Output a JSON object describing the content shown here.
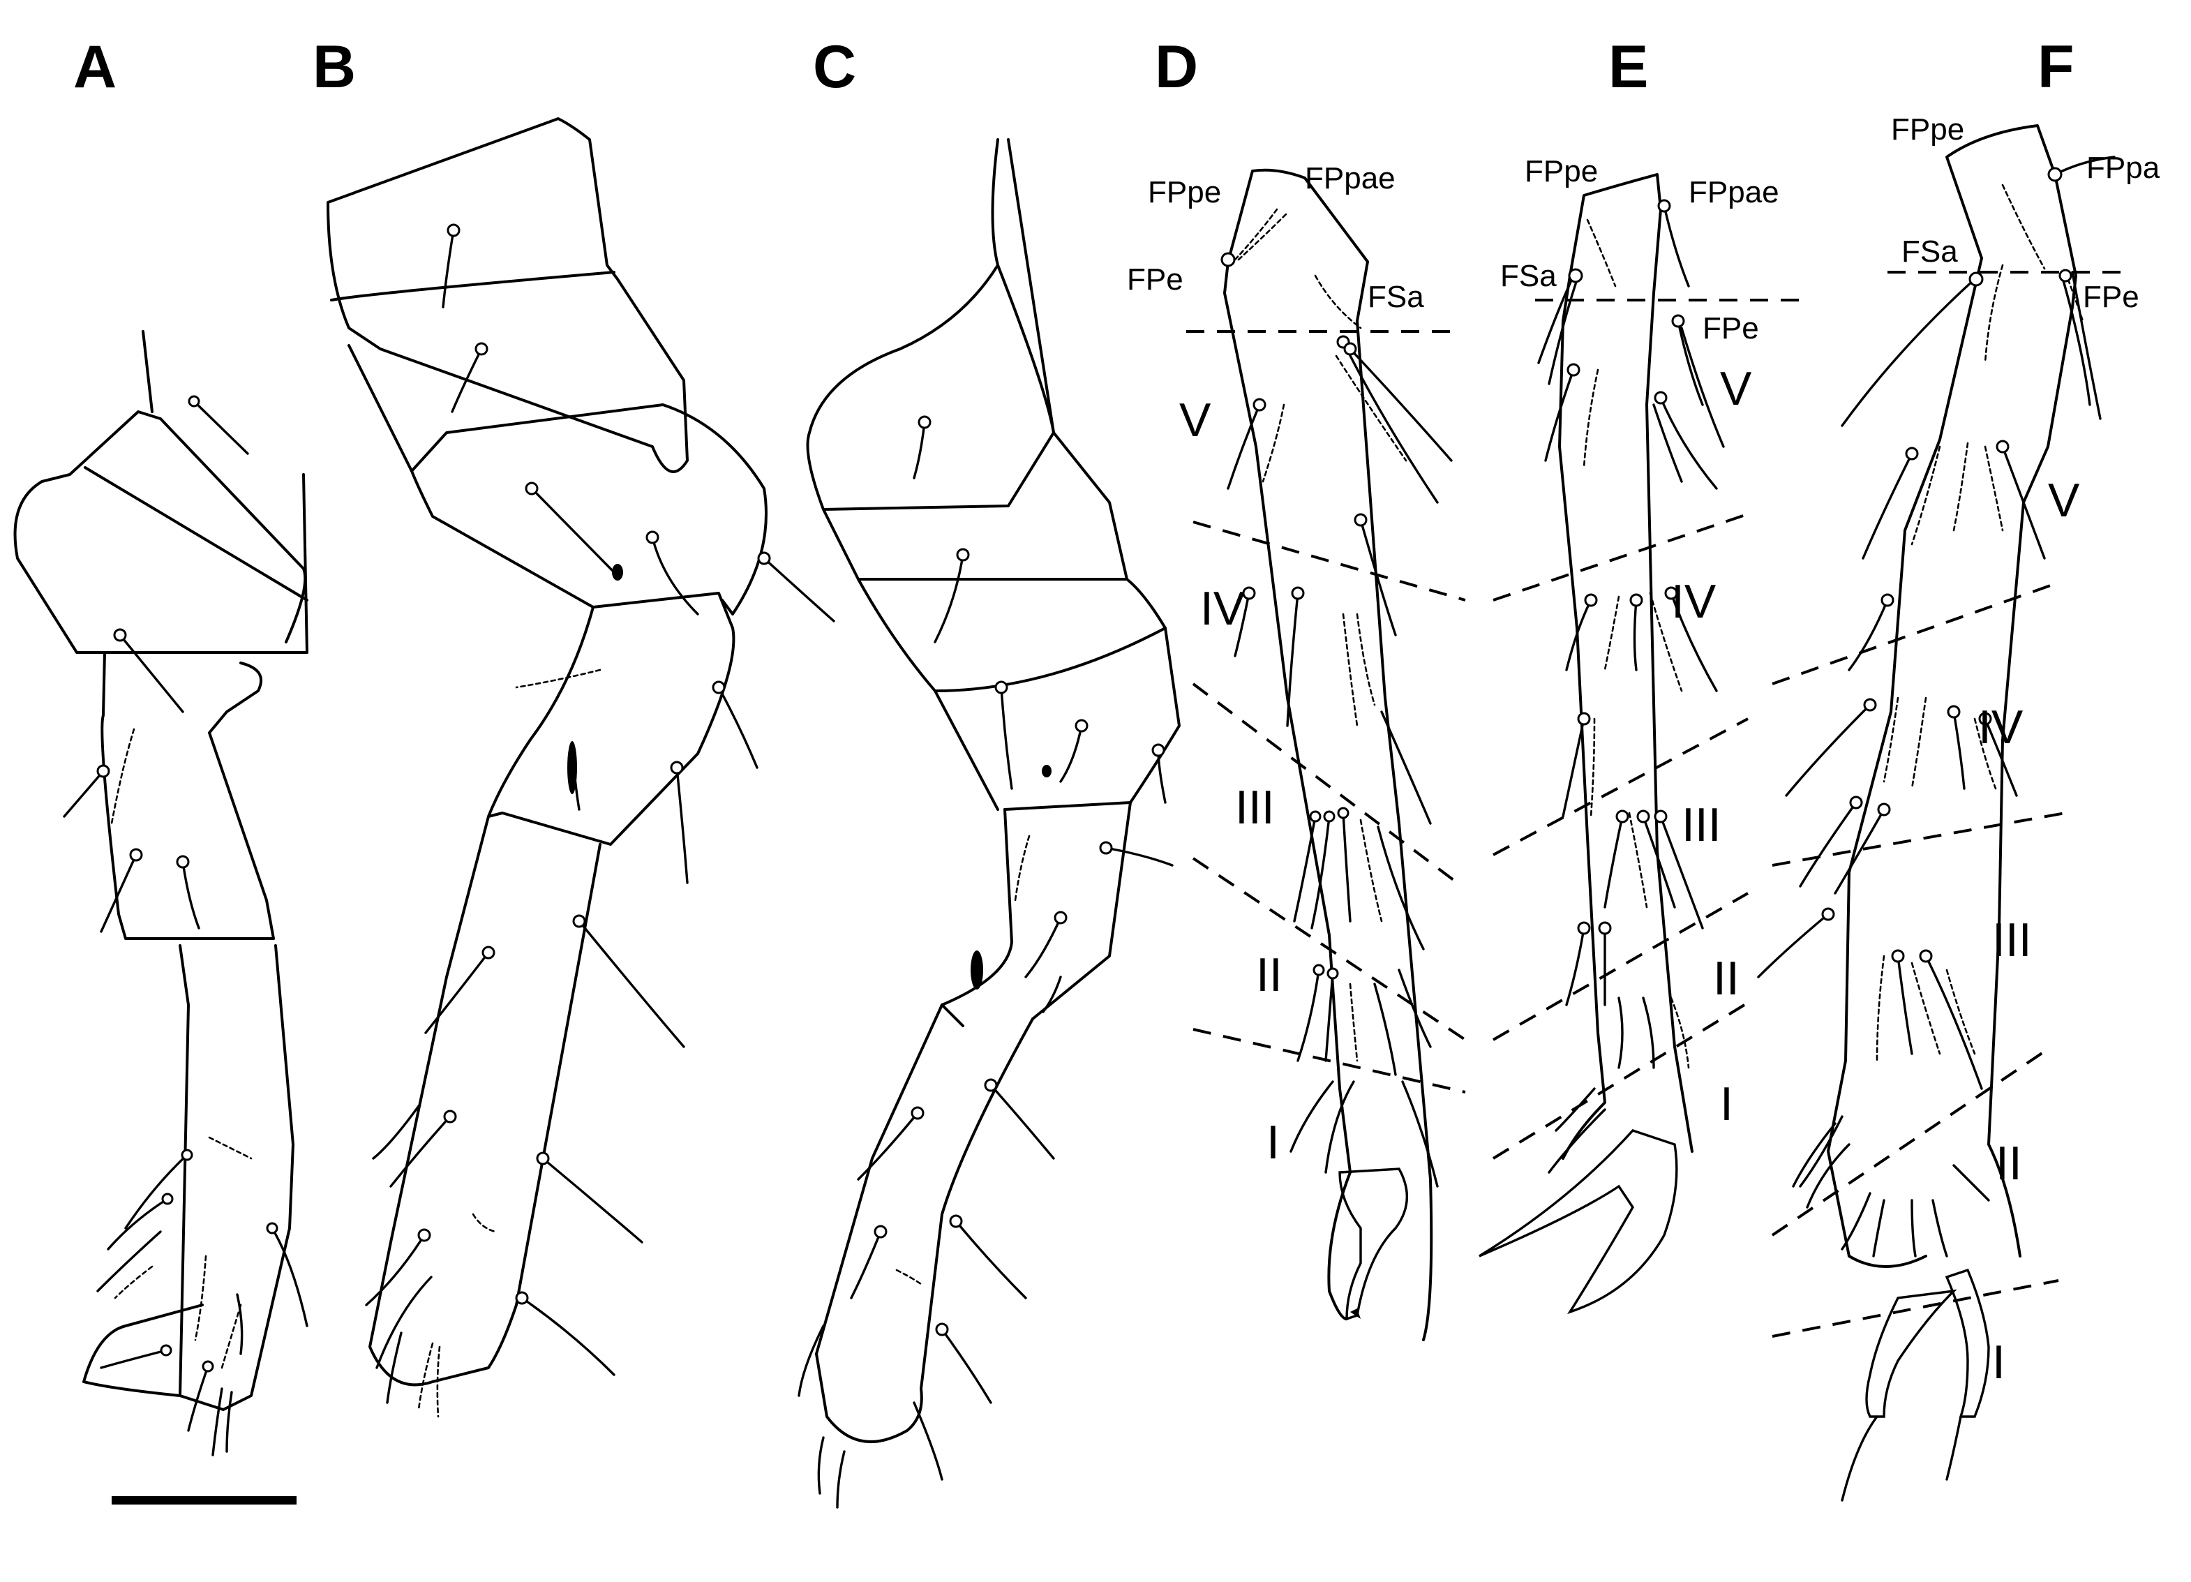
{
  "figure": {
    "panels": [
      {
        "id": "A",
        "letter": "A"
      },
      {
        "id": "B",
        "letter": "B"
      },
      {
        "id": "C",
        "letter": "C"
      },
      {
        "id": "D",
        "letter": "D",
        "seta_labels": [
          "FPpe",
          "FPpae",
          "FPe",
          "FSa"
        ],
        "segments": [
          "V",
          "IV",
          "III",
          "II",
          "I"
        ]
      },
      {
        "id": "E",
        "letter": "E",
        "seta_labels": [
          "FPpe",
          "FPpae",
          "FSa",
          "FPe"
        ],
        "segments": [
          "V",
          "IV",
          "III",
          "II",
          "I"
        ]
      },
      {
        "id": "F",
        "letter": "F",
        "seta_labels": [
          "FPpe",
          "FPpa",
          "FSa",
          "FPe"
        ],
        "segments": [
          "V",
          "IV",
          "III",
          "II",
          "I"
        ]
      }
    ],
    "scale_bar": {
      "label": ""
    },
    "colors": {
      "ink": "#000000",
      "background": "#ffffff"
    }
  }
}
